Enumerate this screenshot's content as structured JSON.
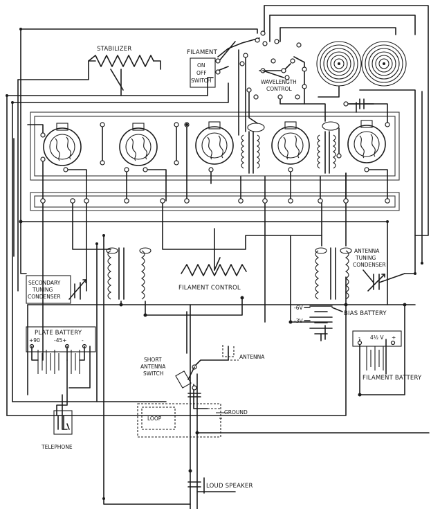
{
  "labels": {
    "stabilizer": "STABILIZER",
    "filament": "FILAMENT",
    "on": "ON",
    "off": "OFF",
    "switch": "SWITCH",
    "wavelength_1": "WAVELENGTH",
    "wavelength_2": "CONTROL",
    "secondary_1": "SECONDARY",
    "secondary_2": "TUNING",
    "secondary_3": "CONDENSER",
    "filament_control": "FILAMENT CONTROL",
    "antenna_tuning_1": "ANTENNA",
    "antenna_tuning_2": "TUNING",
    "antenna_tuning_3": "CONDENSER",
    "plate_battery": "PLATE BATTERY",
    "plate_90": "+90",
    "plate_45": "-45+",
    "plate_minus": "-",
    "bias_6v": "-6V",
    "bias_3v": "-3V",
    "bias_battery": "BIAS BATTERY",
    "fil_minus": "-",
    "fil_v": "4½ V",
    "fil_plus": "+",
    "short_1": "SHORT",
    "short_2": "ANTENNA",
    "short_3": "SWITCH",
    "antenna": "ANTENNA",
    "loop": "LOOP",
    "ground": "GROUND",
    "filament_battery": "FILAMENT BATTERY",
    "telephone": "TELEPHONE",
    "loud_speaker": "LOUD SPEAKER"
  }
}
